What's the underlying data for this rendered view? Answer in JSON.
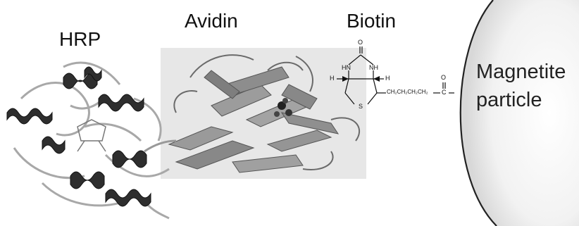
{
  "labels": {
    "hrp": "HRP",
    "avidin": "Avidin",
    "biotin": "Biotin",
    "magnetite_line1": "Magnetite",
    "magnetite_line2": "particle"
  },
  "biotin_structure": {
    "oxygen_top": "O",
    "nh_left": "HN",
    "nh_right": "NH",
    "h_left": "H",
    "h_right": "H",
    "sulfur": "S",
    "chain": "CH₂CH₂CH₂CH₂",
    "carbonyl_o": "O",
    "carbonyl_c": "C"
  },
  "colors": {
    "background": "#ffffff",
    "helix": "#3a3a3a",
    "strand": "#8c8c8c",
    "avidin_box": "#e6e6e6",
    "particle_fill": "#ececec"
  }
}
